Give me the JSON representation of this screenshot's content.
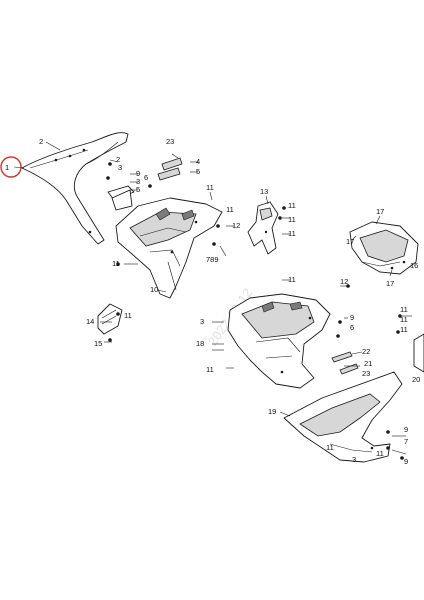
{
  "diagram": {
    "highlight_color": "#d9322b",
    "highlight_label": "1",
    "watermark": "2022-10-12",
    "callouts": {
      "c_2a": "2",
      "c_2b": "2",
      "c_3a": "3",
      "c_4": "4",
      "c_5": "5",
      "c_9a": "9",
      "c_3b": "3",
      "c_6": "6",
      "c_11a": "11",
      "c_11b": "11",
      "c_11c": "11",
      "c_23a": "23",
      "c_10": "10",
      "c_12": "12",
      "c_789": "789",
      "c_13": "13",
      "c_11d": "11",
      "c_14": "14",
      "c_15": "15",
      "c_11e": "11",
      "c_17a": "17",
      "c_17b": "17",
      "c_17c": "17",
      "c_16": "16",
      "c_11f": "11",
      "c_3c": "3",
      "c_11g": "11",
      "c_9b": "9",
      "c_18": "18",
      "c_11h": "11",
      "c_22": "22",
      "c_21": "21",
      "c_23b": "23",
      "c_20": "20",
      "c_19": "19",
      "c_6b": "6",
      "c_7b": "7",
      "c_5b": "5",
      "c_11i": "11",
      "c_11j": "11",
      "c_11k": "11",
      "c_11l": "11",
      "c_9c": "9",
      "c_11m": "11",
      "c_3d": "3",
      "c_11n": "11"
    }
  }
}
